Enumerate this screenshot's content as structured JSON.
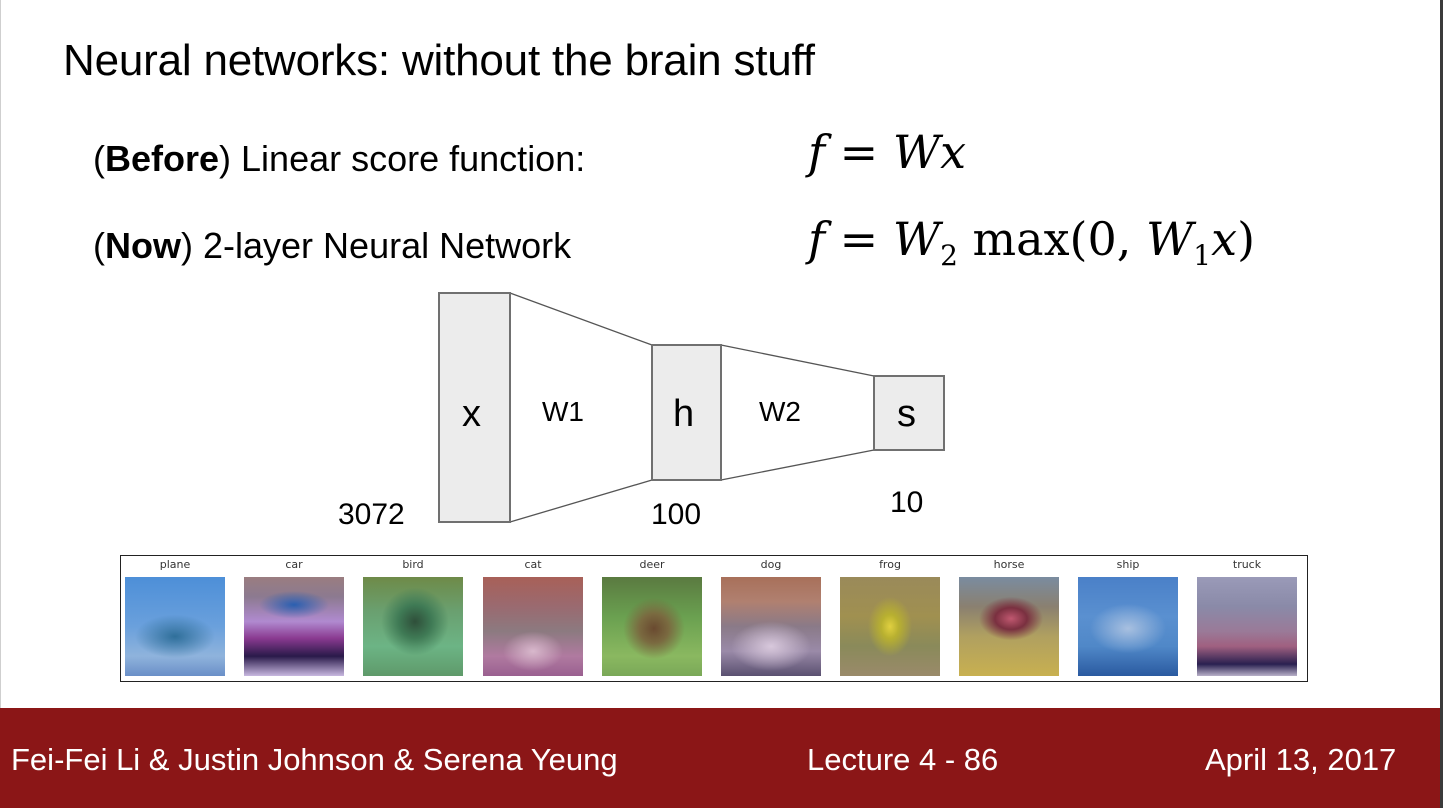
{
  "slide": {
    "title": "Neural networks: without the brain stuff",
    "before_line": {
      "tag": "Before",
      "open": "(",
      "close": ")",
      "text": " Linear score function:"
    },
    "now_line": {
      "tag": "Now",
      "open": "(",
      "close": ")",
      "text": " 2-layer Neural Network"
    },
    "equations": {
      "linear": {
        "lhs": "f",
        "eq": " = ",
        "W": "W",
        "x": "x"
      },
      "two_layer": {
        "lhs": "f",
        "eq": " = ",
        "W2": "W",
        "W2_sub": "2",
        "max": " max(0, ",
        "W1": "W",
        "W1_sub": "1",
        "x": "x",
        "close": ")"
      }
    }
  },
  "diagram": {
    "nodes": [
      {
        "id": "x",
        "label": "x",
        "dim": "3072"
      },
      {
        "id": "h",
        "label": "h",
        "dim": "100"
      },
      {
        "id": "s",
        "label": "s",
        "dim": "10"
      }
    ],
    "weights": [
      {
        "id": "W1",
        "label": "W1"
      },
      {
        "id": "W2",
        "label": "W2"
      }
    ],
    "colors": {
      "box_fill": "#ececec",
      "box_border": "#707070",
      "edge": "#555555"
    }
  },
  "templates": {
    "classes": [
      "plane",
      "car",
      "bird",
      "cat",
      "deer",
      "dog",
      "frog",
      "horse",
      "ship",
      "truck"
    ]
  },
  "footer": {
    "authors": "Fei-Fei Li & Justin Johnson & Serena Yeung",
    "lecture": "Lecture 4 - 86",
    "date": "April 13, 2017",
    "background": "#8b1617"
  }
}
